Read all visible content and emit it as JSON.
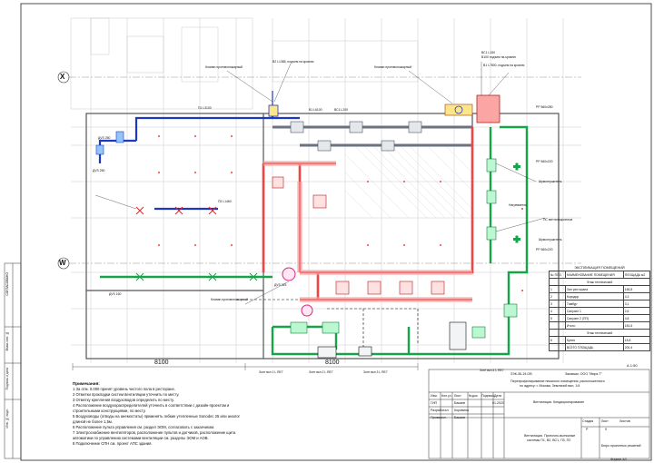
{
  "axes": {
    "row_top": "X",
    "row_bottom": "W"
  },
  "dimensions": {
    "left_span": "8100",
    "right_span": "8100"
  },
  "callouts": {
    "v2_branch": "В2 L1385, подъем на кровлю",
    "v1_branch": "В1 L7800, подъем на кровлю",
    "vc1": "ВС1 L150",
    "vc1_note": "В100 подъем на кровлю",
    "valve_note_left": "Клапан противопожарный",
    "valve_note_right": "Клапан противопожарный",
    "p1_left": "П1 L3100",
    "p2": "П2 L1460",
    "v1_left": "В1 L6100",
    "vc1_left": "ВС1 L200",
    "pp_top": "РР 560x280",
    "pp_mid": "РР 560x220",
    "pp_low": "РР 560x220",
    "shaft_1": "Шумоглушитель",
    "shaft_2": "Шумоглушитель",
    "heater_note": "Нагреватель",
    "damper_note": "Клапан противопожарный",
    "pc_unit": "ПС вентиляционные",
    "duct_size_1": "ДVS 250",
    "duct_size_2": "ДVS 250",
    "duct_size_3": "ДVS 160",
    "duct_size_4": "ДVS 315",
    "sleeve_1": "Зонт вкл 1 L RЕ7",
    "sleeve_2": "Зонт вкл 2 L RЕ7",
    "sleeve_3": "Зонт вкл 3 L RЕ7",
    "sleeve_4": "Зонт вкл 4 L RЕ7"
  },
  "notes": {
    "title": "Примечания:",
    "items": [
      "1   За отм. 0.000 принят уровень чистого пола в ресторане.",
      "2   Отметки прокладки систем вентиляции уточнить по месту.",
      "3   Отметку крепления воздуховодов определить по месту.",
      "4   Расположение воздухораспределителей уточнить в соответствии с дизайн-проектом и",
      "    строительными конструкциями, по месту.",
      "5   Воздуховоды (отводы на анемостаты) применять гибкие утепленные Sonodec 25 или аналог",
      "    длиной не более 1,5м.",
      "6   Расположение пульта управления см. раздел ЭОМ, согласовать с заказчиком.",
      "7   Электроснабжение вентиляторов, расположение пультов и датчиков, расположение щита",
      "    автоматики по управлению системами вентиляции см. разделы ЭОМ и АОВ.",
      "8  Подключение СПН см. проект АПС здания."
    ]
  },
  "legend": {
    "title": "ЭКСПЛИКАЦИЯ ПОМЕЩЕНИЙ",
    "columns": [
      "№ ПОЗ.",
      "НАИМЕНОВАНИЕ ПОМЕЩЕНИЯ",
      "ПЛОЩАДЬ м2"
    ],
    "section_1": "Этаж технический",
    "rows": [
      [
        "1",
        "Зал ресторана",
        "166,8"
      ],
      [
        "2",
        "Коридор",
        "4,3"
      ],
      [
        "3",
        "Тамбур",
        "3,1"
      ],
      [
        "4",
        "Санузел 1",
        "2,6"
      ],
      [
        "5",
        "Санузел 2 (ПП)",
        "4,8"
      ],
      [
        "",
        "Итого:",
        "181,6"
      ]
    ],
    "section_2": "Этаж технический",
    "rows_2": [
      [
        "6",
        "Кухня",
        "18,8"
      ],
      [
        "",
        "ВСЕГО ПЛОЩАДЬ",
        "200,4"
      ]
    ]
  },
  "stamp": {
    "code": "ЗЭК-36-19-ОВ",
    "customer": "Заказчик: ООО \"Мира Т\"",
    "object_1": "Перепрофилирование нежилого помещения, расположенного",
    "object_2": "по адресу: г. Москва, Земляной вал, 1/4",
    "section": "Вентиляция. Кондиционирование",
    "sheet_title_1": "Вентиляция. Приточно-вытяжные",
    "sheet_title_2": "системы П1, В2, ВС1, П3, П2",
    "stage_hdr": "Стадия",
    "sheet_hdr": "Лист",
    "sheets_hdr": "Листов",
    "stage": "Р",
    "sheet": "9",
    "company": "Бюро проектных решений",
    "role_1": "ГИП",
    "role_2": "Разработал",
    "role_3": "Проверил",
    "name_1": "Бакаев",
    "name_2": "Коровина",
    "name_3": "Бакаев",
    "date": "01.2020",
    "col_izm": "Изм.",
    "col_kuch": "Кол.уч",
    "col_list": "Лист",
    "col_doc": "№док.",
    "col_sign": "Подпись",
    "col_date": "Дата"
  },
  "side_stamp": {
    "agreed": "СОГЛАСОВАНО",
    "inv_podl": "Инв. № подл.",
    "podp_date": "Подпись и дата",
    "vzam": "Взам. инв. №"
  },
  "page_marker": "А 1:50",
  "format": "Формат А3"
}
